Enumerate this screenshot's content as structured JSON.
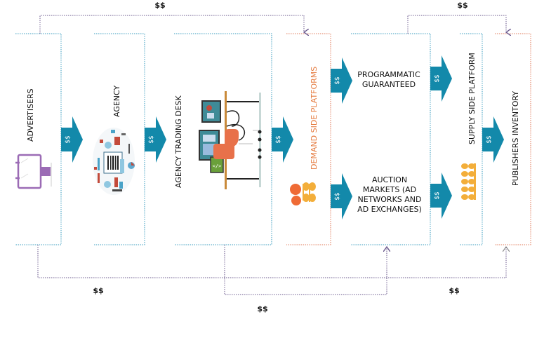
{
  "colors": {
    "arrow": "#1389aa",
    "box_blue": "#3a9cbf",
    "box_orange": "#e07a5a",
    "flow_line": "#6b5a8e",
    "dsp_text": "#e57a3e",
    "publisher_icon": "#f3ae3a",
    "dsp_icon_orange": "#ef6b35",
    "advertiser_icon": "#9b6bb5"
  },
  "nodes": {
    "advertisers": {
      "label": "ADVERTISERS"
    },
    "agency": {
      "label": "AGENCY"
    },
    "agency_trading_desk": {
      "label": "AGENCY TRADING DESK"
    },
    "demand_side_platforms": {
      "label": "DEMAND SIDE PLATFORMS"
    },
    "programmatic_guaranteed": {
      "lines": [
        "PROGRAMMATIC",
        "GUARANTEED"
      ]
    },
    "auction_markets": {
      "lines": [
        "AUCTION",
        "MARKETS (AD",
        "NETWORKS AND",
        "AD EXCHANGES)"
      ]
    },
    "supply_side_platform": {
      "label": "SUPPLY SIDE PLATFORM"
    },
    "publishers_inventory": {
      "label": "PUBLISHERS INVENTORY"
    }
  },
  "arrow_label": "$$",
  "money_flows": {
    "top_left": "$$",
    "top_right": "$$",
    "bottom_left": "$$",
    "bottom_center": "$$",
    "bottom_right": "$$"
  }
}
